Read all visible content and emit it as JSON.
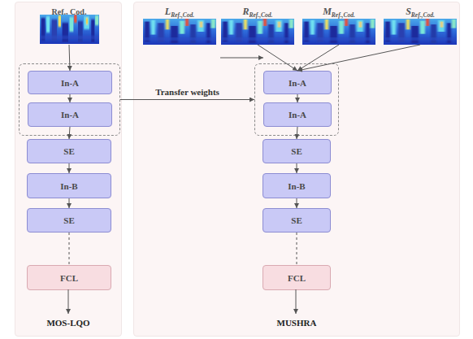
{
  "diagram": {
    "nodes": [
      {
        "text": [
          "MOS-LQO"
        ]
      },
      {
        "text": [
          "Ref., Cod."
        ],
        "in": 0
      },
      {
        "text": [],
        "in": 0
      },
      {
        "text": [
          "In-A"
        ],
        "in": 2
      },
      {
        "text": [
          "In-A"
        ],
        "in": 2
      },
      {
        "text": [
          "SE"
        ],
        "in": 0
      },
      {
        "text": [
          "In-B"
        ],
        "in": 0
      },
      {
        "text": [
          "SE"
        ],
        "in": 0
      },
      {
        "text": [
          "FCL"
        ],
        "in": 0
      },
      {
        "text": [
          "MUSHRA"
        ]
      },
      {
        "text": [
          "L",
          "Ref.,Cod."
        ],
        "in": 9
      },
      {
        "text": [
          "R",
          "Ref.,Cod."
        ],
        "in": 9
      },
      {
        "text": [
          "M",
          "Ref.,Cod."
        ],
        "in": 9
      },
      {
        "text": [
          "S",
          "Ref.,Cod."
        ],
        "in": 9
      },
      {
        "text": [],
        "in": 9
      },
      {
        "text": [
          "In-A"
        ],
        "in": 14
      },
      {
        "text": [
          "In-A"
        ],
        "in": 14
      },
      {
        "text": [
          "SE"
        ],
        "in": 9
      },
      {
        "text": [
          "In-B"
        ],
        "in": 9
      },
      {
        "text": [
          "SE"
        ],
        "in": 9
      },
      {
        "text": [
          "FCL"
        ],
        "in": 9
      }
    ],
    "edges": [
      {
        "from": 1,
        "to": 3,
        "arrow": "to"
      },
      {
        "from": 3,
        "to": 4,
        "arrow": "to"
      },
      {
        "from": 4,
        "to": 5,
        "arrow": "to"
      },
      {
        "from": 5,
        "to": 6,
        "arrow": "to"
      },
      {
        "from": 6,
        "to": 7,
        "arrow": "to"
      },
      {
        "from": 7,
        "to": 8,
        "arrow": "none"
      },
      {
        "from": 2,
        "to": 14,
        "label": "Transfer weights",
        "arrow": "to"
      },
      {
        "from": 10,
        "to": 15,
        "arrow": "to"
      },
      {
        "from": 11,
        "to": 15,
        "arrow": "to"
      },
      {
        "from": 12,
        "to": 15,
        "arrow": "to"
      },
      {
        "from": 13,
        "to": 15,
        "arrow": "to"
      },
      {
        "from": 15,
        "to": 16,
        "arrow": "to"
      },
      {
        "from": 16,
        "to": 17,
        "arrow": "to"
      },
      {
        "from": 17,
        "to": 18,
        "arrow": "to"
      },
      {
        "from": 18,
        "to": 19,
        "arrow": "to"
      },
      {
        "from": 19,
        "to": 20,
        "arrow": "none"
      }
    ]
  }
}
